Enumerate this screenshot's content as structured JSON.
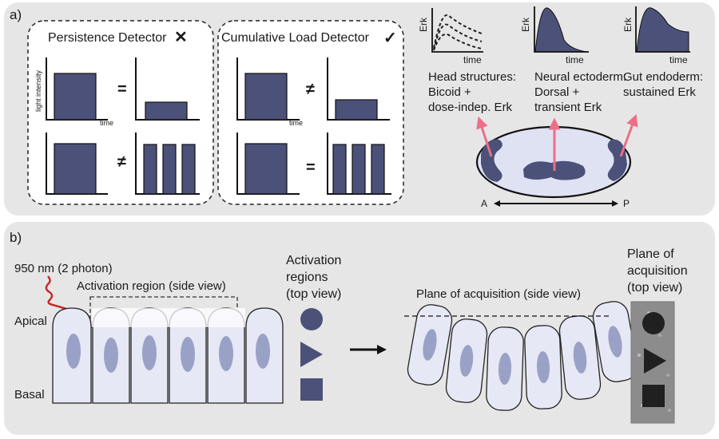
{
  "panel_a": {
    "label": "a)",
    "persistence": {
      "title": "Persistence Detector",
      "mark": "✕",
      "eq_top": "=",
      "eq_bottom": "≠"
    },
    "cumulative": {
      "title": "Cumulative Load Detector",
      "mark": "✓",
      "eq_top": "≠",
      "eq_bottom": "="
    },
    "axis": {
      "ylabel": "light intensity",
      "xlabel": "time"
    },
    "erk_plots": {
      "ylabel": "Erk",
      "xlabel": "time",
      "head": [
        "Head structures:",
        "Bicoid +",
        "dose-indep. Erk"
      ],
      "neural": [
        "Neural ectoderm:",
        "Dorsal +",
        "transient Erk"
      ],
      "gut": [
        "Gut endoderm:",
        "sustained Erk"
      ]
    },
    "axis_ap": {
      "anterior": "A",
      "posterior": "P"
    }
  },
  "panel_b": {
    "label": "b)",
    "laser": "950 nm (2 photon)",
    "activation_side": "Activation region (side view)",
    "apical": "Apical",
    "basal": "Basal",
    "activation_top": [
      "Activation",
      "regions",
      "(top view)"
    ],
    "acq_side": "Plane of acquisition (side view)",
    "acq_top": [
      "Plane of",
      "acquisition",
      "(top view)"
    ]
  },
  "colors": {
    "panel_bg": "#e6e6e6",
    "fill_dark": "#4b5178",
    "cell_fill": "#e6e8f5",
    "nucleus": "#9aa1c6",
    "pink": "#ec6f87",
    "laser": "#c8282a"
  }
}
